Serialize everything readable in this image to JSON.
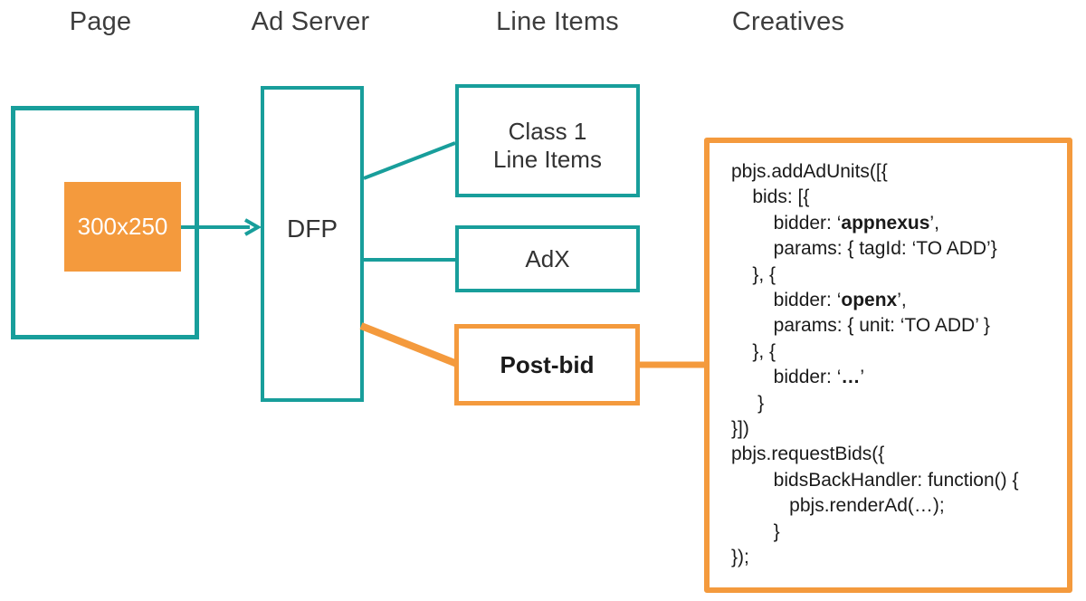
{
  "accent_colors": {
    "teal": "#189e9b",
    "orange": "#f49a3d"
  },
  "column_headers": [
    {
      "label": "Page"
    },
    {
      "label": "Ad Server"
    },
    {
      "label": "Line Items"
    },
    {
      "label": "Creatives"
    }
  ],
  "page": {
    "ad_slot_label": "300x250"
  },
  "ad_server": {
    "label": "DFP"
  },
  "line_items": {
    "class1": {
      "line1": "Class 1",
      "line2": "Line Items"
    },
    "adx": {
      "label": "AdX"
    },
    "postbid": {
      "label": "Post-bid"
    }
  },
  "creatives": {
    "code_lines": [
      {
        "segments": [
          {
            "t": "pbjs.addAdUnits([{"
          }
        ]
      },
      {
        "segments": [
          {
            "t": "    bids: [{"
          }
        ]
      },
      {
        "segments": [
          {
            "t": "        bidder: ‘"
          },
          {
            "t": "appnexus",
            "b": true
          },
          {
            "t": "’,"
          }
        ]
      },
      {
        "segments": [
          {
            "t": "        params: { tagId: ‘TO ADD’}"
          }
        ]
      },
      {
        "segments": [
          {
            "t": "    }, {"
          }
        ]
      },
      {
        "segments": [
          {
            "t": "        bidder: ‘"
          },
          {
            "t": "openx",
            "b": true
          },
          {
            "t": "’,"
          }
        ]
      },
      {
        "segments": [
          {
            "t": "        params: { unit: ‘TO ADD’ }"
          }
        ]
      },
      {
        "segments": [
          {
            "t": "    }, {"
          }
        ]
      },
      {
        "segments": [
          {
            "t": "        bidder: ‘"
          },
          {
            "t": "…",
            "b": true
          },
          {
            "t": "’"
          }
        ]
      },
      {
        "segments": [
          {
            "t": "     }"
          }
        ]
      },
      {
        "segments": [
          {
            "t": "}])"
          }
        ]
      },
      {
        "segments": [
          {
            "t": "pbjs.requestBids({"
          }
        ]
      },
      {
        "segments": [
          {
            "t": "        bidsBackHandler: function() {"
          }
        ]
      },
      {
        "segments": [
          {
            "t": "           pbjs.renderAd(…);"
          }
        ]
      },
      {
        "segments": [
          {
            "t": "        }"
          }
        ]
      },
      {
        "segments": [
          {
            "t": "});"
          }
        ]
      }
    ]
  }
}
